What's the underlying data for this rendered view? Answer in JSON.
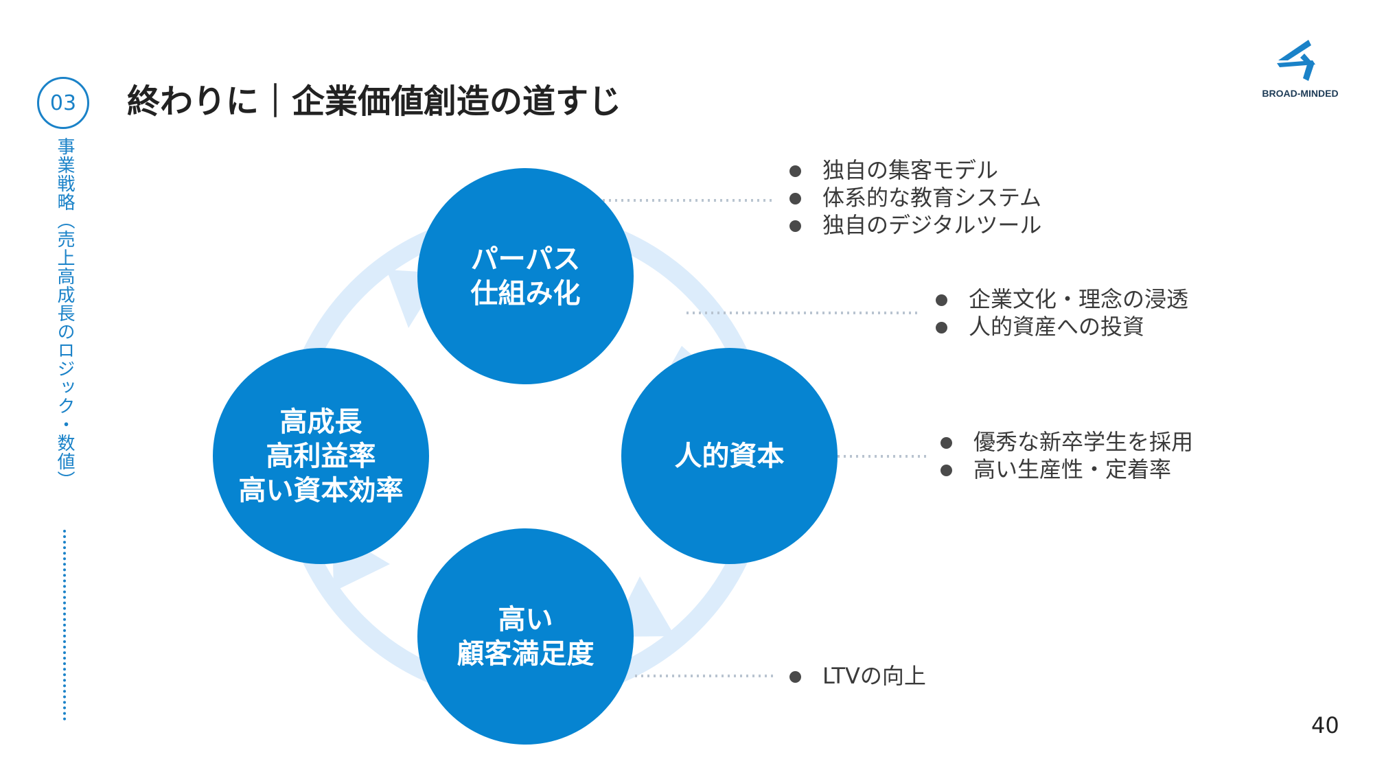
{
  "section": {
    "number": "03",
    "vertical_label": "事業戦略（売上高成長のロジック・数値）"
  },
  "title": "終わりに｜企業価値創造の道すじ",
  "logo": {
    "text": "BROAD-MINDED"
  },
  "colors": {
    "accent": "#1a82c8",
    "node": "#0684d1",
    "arrow": "#dcecfb"
  },
  "cycle": {
    "top": {
      "lines": [
        "パーパス",
        "仕組み化"
      ]
    },
    "right": {
      "lines": [
        "人的資本"
      ]
    },
    "bottom": {
      "lines": [
        "高い",
        "顧客満足度"
      ]
    },
    "left": {
      "lines": [
        "高成長",
        "高利益率",
        "高い資本効率"
      ]
    }
  },
  "annotations": {
    "top": [
      "独自の集客モデル",
      "体系的な教育システム",
      "独自のデジタルツール"
    ],
    "top_right": [
      "企業文化・理念の浸透",
      "人的資産への投資"
    ],
    "right": [
      "優秀な新卒学生を採用",
      "高い生産性・定着率"
    ],
    "bottom": [
      "LTVの向上"
    ]
  },
  "page_number": "40"
}
